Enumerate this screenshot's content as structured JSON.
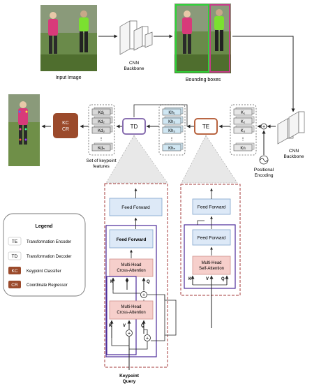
{
  "top": {
    "input_caption": "Input Image",
    "backbone_caption_1": "CNN",
    "backbone_caption_2": "Backbone",
    "bbox_caption": "Bounding boxes"
  },
  "middle": {
    "kc_label": "KC",
    "cr_label": "CR",
    "td_label": "TD",
    "te_label": "TE",
    "kd_stack": [
      "Kd₁",
      "Kd₂",
      "Kd₃",
      "Kdₙ"
    ],
    "kh_stack": [
      "Kh₁",
      "Kh₂",
      "Kh₃",
      "Khₙ"
    ],
    "k_stack": [
      "K₁",
      "K₂",
      "K₃",
      "Kn"
    ],
    "dots": "⋮",
    "keypoint_features_1": "Set of keypoint",
    "keypoint_features_2": "features",
    "positional_1": "Positional",
    "positional_2": "Encoding",
    "backbone_right_1": "CNN",
    "backbone_right_2": "Backbone",
    "plus": "+"
  },
  "legend": {
    "title": "Legend",
    "items": [
      {
        "abbr": "TE",
        "text": "Transformation Encoder",
        "style": "outline",
        "color": "#cccccc"
      },
      {
        "abbr": "TD",
        "text": "Transformation Decoder",
        "style": "outline",
        "color": "#cccccc"
      },
      {
        "abbr": "KC",
        "text": "Keypoint Classifier",
        "style": "filled",
        "color": "#9b4a2b"
      },
      {
        "abbr": "CR",
        "text": "Coordinate Regressor",
        "style": "filled",
        "color": "#9b4a2b"
      }
    ]
  },
  "decoder": {
    "ff_top": "Feed Forward",
    "ff_inner": "Feed Forward",
    "mhca1_1": "Multi-Head",
    "mhca1_2": "Cross-Attention",
    "mhca2_1": "Multi-Head",
    "mhca2_2": "Cross-Attention",
    "k": "K",
    "v": "V",
    "q": "Q",
    "query_1": "Keypoint",
    "query_2": "Query"
  },
  "encoder": {
    "ff_top": "Feed Forward",
    "ff_inner": "Feed Forward",
    "mhsa_1": "Multi-Head",
    "mhsa_2": "Self-Attention",
    "k": "K",
    "v": "V",
    "q": "Q"
  },
  "colors": {
    "td_border": "#7b5ea7",
    "te_border": "#b0522a",
    "kc_fill": "#9b4a2b",
    "ff_fill": "#dde9f7",
    "ff_border": "#7fa3cc",
    "attn_fill": "#f6cfcb",
    "attn_border": "#d08f8a",
    "dash_red": "#a33a3a",
    "purple": "#4b2a9a",
    "kh_fill": "#cfe6f2",
    "kd_fill": "#d8d8d8"
  }
}
